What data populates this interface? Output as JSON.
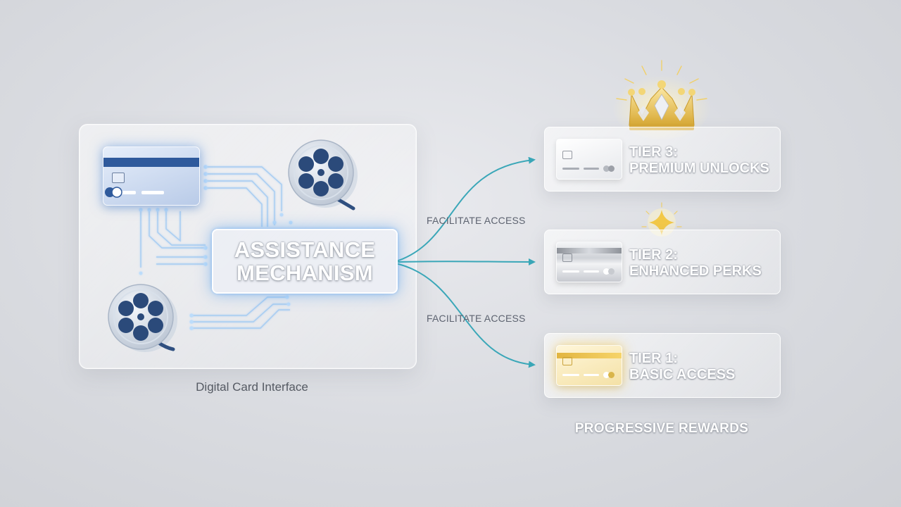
{
  "diagram": {
    "panel": {
      "caption": "Digital Card Interface",
      "mechanism_label_line1": "ASSISTANCE",
      "mechanism_label_line2": "MECHANISM"
    },
    "flows": [
      {
        "label": "FACILITATE ACCESS"
      },
      {
        "label": "FACILITATE ACCESS"
      }
    ],
    "tiers": [
      {
        "line1": "TIER 3:",
        "line2": "PREMIUM UNLOCKS",
        "card_style": "silver",
        "icon": "crown-icon"
      },
      {
        "line1": "TIER 2:",
        "line2": "ENHANCED PERKS",
        "card_style": "metallic",
        "icon": "sparkle-icon"
      },
      {
        "line1": "TIER 1:",
        "line2": "BASIC ACCESS",
        "card_style": "gold",
        "icon": "none"
      }
    ],
    "rewards_caption": "PROGRESSIVE REWARDS"
  },
  "colors": {
    "background": "#d9dbe0",
    "arrow": "#3aa7b8",
    "circuit": "#9cc8f0",
    "card_blue": "#2f5a9c",
    "gold": "#e2b540",
    "glow_blue": "#6eaaeb"
  },
  "icons": [
    "card-chip-icon",
    "film-reel-icon",
    "film-reel-icon",
    "crown-icon",
    "sparkle-icon"
  ]
}
